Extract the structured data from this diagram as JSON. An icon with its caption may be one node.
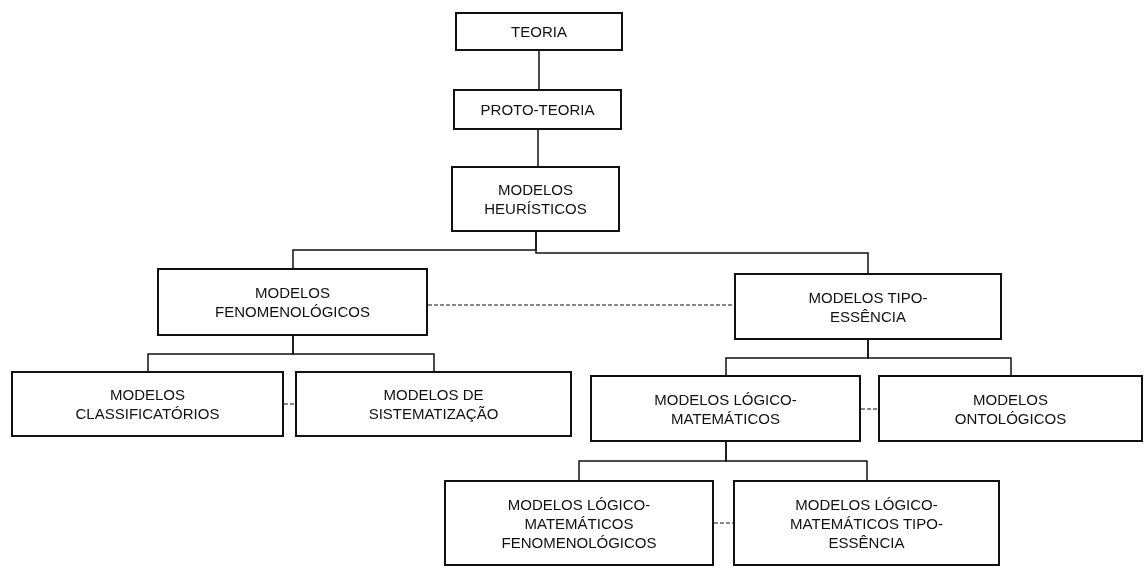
{
  "diagram": {
    "nodes": [
      {
        "text": [
          "TEORIA"
        ]
      },
      {
        "text": [
          "PROTO-TEORIA"
        ]
      },
      {
        "text": [
          "MODELOS HEURÍSTICOS"
        ]
      },
      {
        "text": [
          "MODELOS FENOMENOLÓGICOS"
        ]
      },
      {
        "text": [
          "MODELOS TIPO-ESSÊNCIA"
        ]
      },
      {
        "text": [
          "MODELOS CLASSIFICATÓRIOS"
        ]
      },
      {
        "text": [
          "MODELOS DE SISTEMATIZAÇÃO"
        ]
      },
      {
        "text": [
          "MODELOS LÓGICO-MATEMÁTICOS"
        ]
      },
      {
        "text": [
          "MODELOS ONTOLÓGICOS"
        ]
      },
      {
        "text": [
          "MODELOS LÓGICO-MATEMÁTICOS FENOMENOLÓGICOS"
        ]
      },
      {
        "text": [
          "MODELOS LÓGICO-MATEMÁTICOS TIPO-ESSÊNCIA"
        ]
      }
    ],
    "edges": [
      {
        "from": 0,
        "to": 1,
        "arrow": "none"
      },
      {
        "from": 1,
        "to": 2,
        "arrow": "none"
      },
      {
        "from": 2,
        "to": 3,
        "arrow": "none"
      },
      {
        "from": 2,
        "to": 4,
        "arrow": "none"
      },
      {
        "from": 3,
        "to": 4,
        "arrow": "none",
        "style": "dashed"
      },
      {
        "from": 3,
        "to": 5,
        "arrow": "none"
      },
      {
        "from": 3,
        "to": 6,
        "arrow": "none"
      },
      {
        "from": 5,
        "to": 6,
        "arrow": "none",
        "style": "dashed"
      },
      {
        "from": 4,
        "to": 7,
        "arrow": "none"
      },
      {
        "from": 4,
        "to": 8,
        "arrow": "none"
      },
      {
        "from": 7,
        "to": 8,
        "arrow": "none",
        "style": "dashed"
      },
      {
        "from": 7,
        "to": 9,
        "arrow": "none"
      },
      {
        "from": 7,
        "to": 10,
        "arrow": "none"
      },
      {
        "from": 9,
        "to": 10,
        "arrow": "none",
        "style": "dashed"
      }
    ]
  }
}
